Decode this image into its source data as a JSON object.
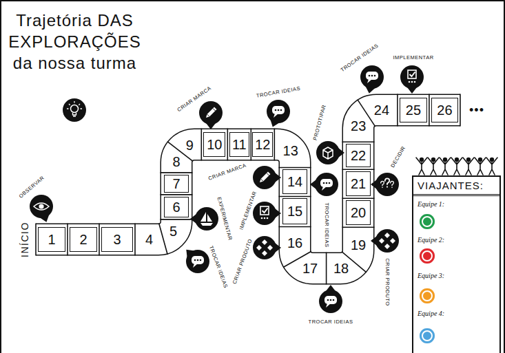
{
  "diagram": {
    "title": "Trajetória DAS EXPLORAÇÕES da nossa turma",
    "nodes": [
      {
        "text": [
          "1"
        ]
      },
      {
        "text": [
          "2"
        ]
      },
      {
        "text": [
          "3"
        ]
      },
      {
        "text": [
          "4"
        ]
      },
      {
        "text": [
          "5"
        ]
      },
      {
        "text": [
          "6"
        ]
      },
      {
        "text": [
          "7"
        ]
      },
      {
        "text": [
          "8"
        ]
      },
      {
        "text": [
          "9"
        ]
      },
      {
        "text": [
          "10"
        ]
      },
      {
        "text": [
          "11"
        ]
      },
      {
        "text": [
          "12"
        ]
      },
      {
        "text": [
          "13"
        ]
      },
      {
        "text": [
          "14"
        ]
      },
      {
        "text": [
          "15"
        ]
      },
      {
        "text": [
          "16"
        ]
      },
      {
        "text": [
          "17"
        ]
      },
      {
        "text": [
          "18"
        ]
      },
      {
        "text": [
          "19"
        ]
      },
      {
        "text": [
          "20"
        ]
      },
      {
        "text": [
          "21"
        ]
      },
      {
        "text": [
          "22"
        ]
      },
      {
        "text": [
          "23"
        ]
      },
      {
        "text": [
          "24"
        ]
      },
      {
        "text": [
          "25"
        ]
      },
      {
        "text": [
          "26"
        ]
      },
      {
        "text": [
          "OBSERVAR"
        ]
      },
      {
        "text": [
          "TROCAR IDEIAS"
        ]
      },
      {
        "text": [
          "EXPERIMENTAR"
        ]
      },
      {
        "text": [
          "CRIAR MARCA"
        ]
      },
      {
        "text": [
          "TROCAR IDEIAS"
        ]
      },
      {
        "text": [
          "CRIAR MARCA"
        ]
      },
      {
        "text": [
          "TROCAR IDEIAS"
        ]
      },
      {
        "text": [
          "IMPLEMENTAR"
        ]
      },
      {
        "text": [
          "CRIAR PRODUTO"
        ]
      },
      {
        "text": [
          "TROCAR IDEIAS"
        ]
      },
      {
        "text": [
          "CRIAR PRODUTO"
        ]
      },
      {
        "text": [
          "DECIDIR"
        ]
      },
      {
        "text": [
          "PROTOTIPAR"
        ]
      },
      {
        "text": [
          "TROCAR IDEIAS"
        ]
      },
      {
        "text": [
          "IMPLEMENTAR"
        ]
      },
      {
        "text": [
          "VIAJANTES:"
        ]
      }
    ],
    "labels": [
      "INÍCIO",
      "•••"
    ],
    "legend": [
      {
        "text": "Equipe 1:",
        "color": "#1f9d4c"
      },
      {
        "text": "Equipe 2:",
        "color": "#e1282d"
      },
      {
        "text": "Equipe 3:",
        "color": "#f39c22"
      },
      {
        "text": "Equipe 4:",
        "color": "#4ea4dd"
      }
    ]
  }
}
